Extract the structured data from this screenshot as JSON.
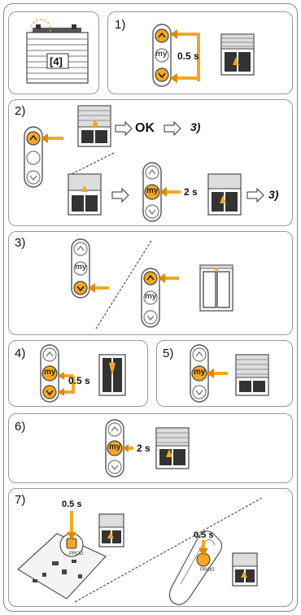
{
  "header": {
    "index_label": "[4]"
  },
  "steps": [
    {
      "label": "1)",
      "hold": "0.5 s"
    },
    {
      "label": "2)",
      "ok": "OK",
      "goto_a": "3)",
      "hold": "2 s",
      "goto_b": "3)"
    },
    {
      "label": "3)"
    },
    {
      "label": "4)",
      "hold": "0.5 s"
    },
    {
      "label": "5)"
    },
    {
      "label": "6)",
      "hold": "2 s"
    },
    {
      "label": "7)",
      "hold_a": "0.5 s",
      "hold_b": "0.5 s",
      "prog_a": "PROG",
      "prog_b": "PROG"
    }
  ],
  "remote": {
    "my_label": "my"
  },
  "colors": {
    "accent": "#F5A623",
    "accent_dark": "#E08A00",
    "outline": "#555555"
  }
}
